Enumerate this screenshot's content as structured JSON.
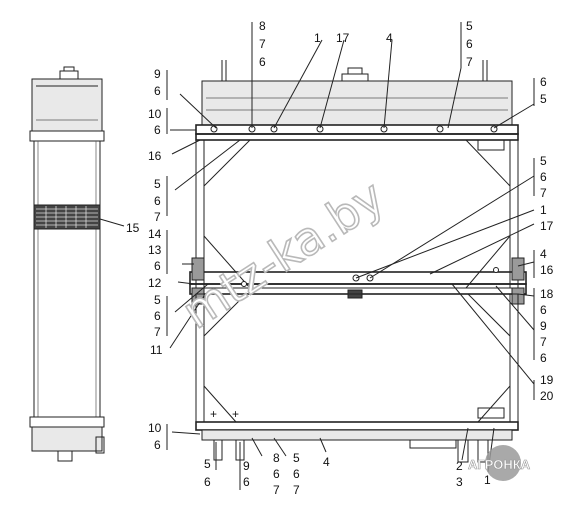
{
  "watermark": {
    "site_text": "mtz-ka.by",
    "logo_text": "АГРОНКА",
    "logo_color": "#9a9a9a"
  },
  "callouts": {
    "top_8": "8",
    "top_7": "7",
    "top_6a": "6",
    "top_1": "1",
    "top_17": "17",
    "top_4": "4",
    "top_5": "5",
    "top_6b": "6",
    "top_7b": "7",
    "l_9": "9",
    "l_6a": "6",
    "l_10": "10",
    "l_6b": "6",
    "l_16": "16",
    "l_5": "5",
    "l_6c": "6",
    "l_7": "7",
    "l_14": "14",
    "l_13": "13",
    "l_6d": "6",
    "l_12": "12",
    "l_5b": "5",
    "l_6e": "6",
    "l_7b": "7",
    "l_11": "11",
    "l_10b": "10",
    "l_6f": "6",
    "r_6a": "6",
    "r_5a": "5",
    "r_5b": "5",
    "r_6b": "6",
    "r_7b": "7",
    "r_1": "1",
    "r_17": "17",
    "r_4": "4",
    "r_16": "16",
    "r_18": "18",
    "r_6c": "6",
    "r_9": "9",
    "r_7c": "7",
    "r_6d": "6",
    "r_19": "19",
    "r_20": "20",
    "side_15": "15",
    "b_5": "5",
    "b_6a": "6",
    "b_9": "9",
    "b_6b": "6",
    "b_8": "8",
    "b_6c": "6",
    "b_7a": "7",
    "b_5b": "5",
    "b_6d": "6",
    "b_7b": "7",
    "b_4": "4",
    "b_2": "2",
    "b_3": "3",
    "b_1": "1"
  }
}
